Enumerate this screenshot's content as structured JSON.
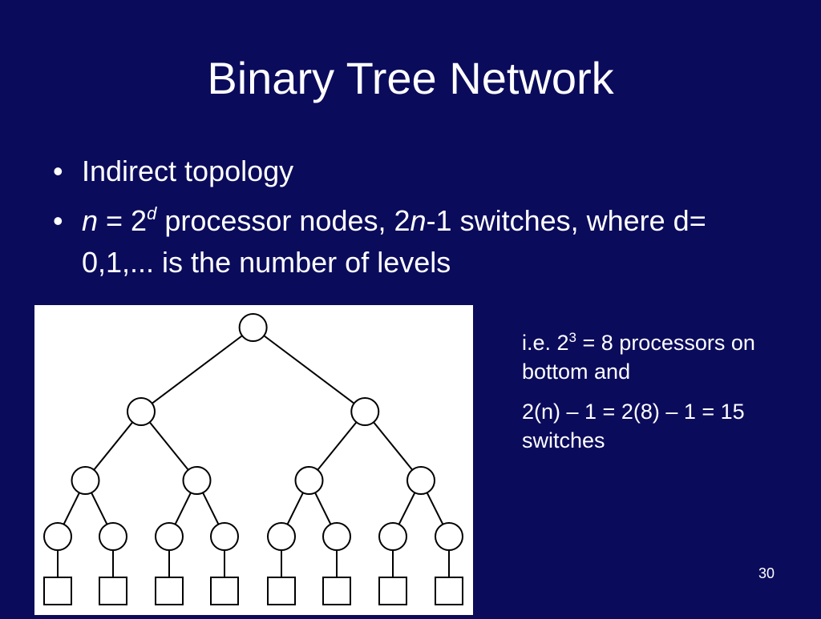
{
  "slide": {
    "title": "Binary Tree Network",
    "bullet_1": "Indirect topology",
    "bullet_2": {
      "n_var": "n",
      "eq": " = 2",
      "exp_d": "d",
      "after": " processor nodes, 2",
      "n_var2": "n",
      "after2": "-1 switches, where d= 0,1,... is the number of levels"
    },
    "note_1": {
      "pre": "i.e. 2",
      "exp": "3",
      "post": " = 8 processors on bottom and"
    },
    "note_2": "2(n) – 1 = 2(8) – 1 = 15 switches",
    "page_number": "30"
  },
  "diagram": {
    "switch_levels": [
      1,
      2,
      4,
      8
    ],
    "processor_count": 8,
    "colors": {
      "background": "#0b0b5c",
      "figure_bg": "#ffffff",
      "stroke": "#000000"
    }
  }
}
